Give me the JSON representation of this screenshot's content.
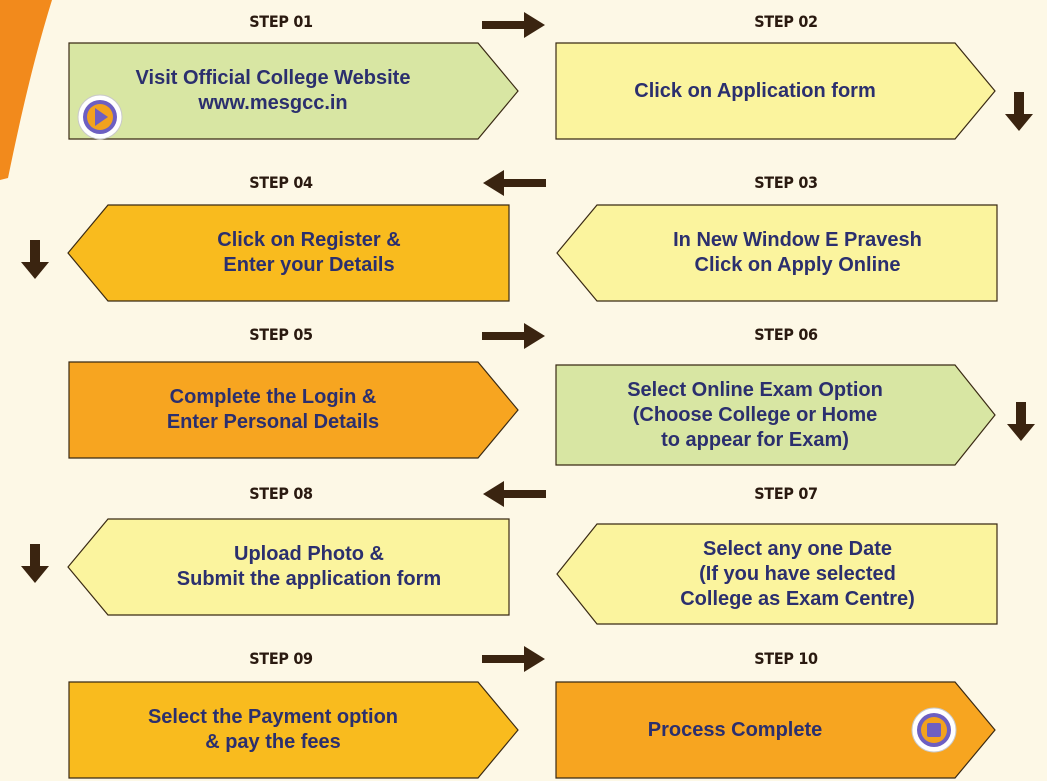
{
  "colors": {
    "background": "#fdf8e6",
    "text": "#2b2f6e",
    "border": "#3a2a14",
    "arrow": "#3a2410",
    "green": "#d8e6a3",
    "yellow": "#fbf49e",
    "amber": "#f9bb1e",
    "orange": "#f7a520"
  },
  "steps": [
    {
      "label": "STEP 01",
      "lines": [
        "Visit Official College Website",
        "www.mesgcc.in"
      ],
      "color": "green",
      "icon": "play-icon"
    },
    {
      "label": "STEP 02",
      "lines": [
        "Click on Application form"
      ],
      "color": "yellow"
    },
    {
      "label": "STEP 03",
      "lines": [
        "In New Window E Pravesh",
        "Click on Apply Online"
      ],
      "color": "yellow"
    },
    {
      "label": "STEP 04",
      "lines": [
        "Click on Register &",
        "Enter your Details"
      ],
      "color": "amber"
    },
    {
      "label": "STEP 05",
      "lines": [
        "Complete the Login  &",
        "Enter Personal Details"
      ],
      "color": "orange"
    },
    {
      "label": "STEP 06",
      "lines": [
        "Select Online Exam Option",
        "(Choose College or Home",
        "to appear for Exam)"
      ],
      "color": "green"
    },
    {
      "label": "STEP 07",
      "lines": [
        "Select any one Date",
        "(If you have selected",
        "College as Exam Centre)"
      ],
      "color": "yellow"
    },
    {
      "label": "STEP 08",
      "lines": [
        "Upload Photo &",
        "Submit the application form"
      ],
      "color": "yellow"
    },
    {
      "label": "STEP 09",
      "lines": [
        "Select the Payment option",
        "& pay the fees"
      ],
      "color": "amber"
    },
    {
      "label": "STEP 10",
      "lines": [
        "Process Complete"
      ],
      "color": "orange",
      "icon": "stop-icon"
    }
  ]
}
